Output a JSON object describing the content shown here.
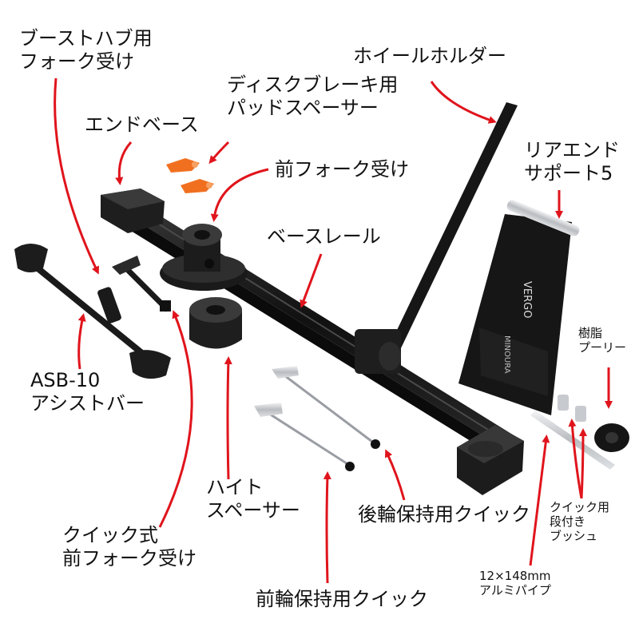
{
  "labels": {
    "boost_hub_fork": [
      "ブーストハブ用",
      "フォーク受け"
    ],
    "wheel_holder": "ホイールホルダー",
    "disc_brake_spacer": [
      "ディスクブレーキ用",
      "パッドスペーサー"
    ],
    "end_base": "エンドベース",
    "front_fork_mount": "前フォーク受け",
    "rear_end_support": [
      "リアエンド",
      "サポート5"
    ],
    "base_rail": "ベースレール",
    "asb10": [
      "ASB-10",
      "アシストバー"
    ],
    "resin_pulley": [
      "樹脂",
      "プーリー"
    ],
    "height_spacer": [
      "ハイト",
      "スペーサー"
    ],
    "rear_quick": "後輪保持用クイック",
    "quick_fork_mount": [
      "クイック式",
      "前フォーク受け"
    ],
    "quick_step_bush": [
      "クイック用",
      "段付き",
      "ブッシュ"
    ],
    "pipe": [
      "12×148mm",
      "アルミパイプ"
    ],
    "front_quick": "前輪保持用クイック"
  },
  "product": {
    "brand_text": "VERGO",
    "model_text": "MINOURA"
  },
  "colors": {
    "arrow": "#e0141c",
    "part_black": "#1c1c1c",
    "spacer_orange": "#f07020",
    "metal": "#c9ccd0"
  }
}
